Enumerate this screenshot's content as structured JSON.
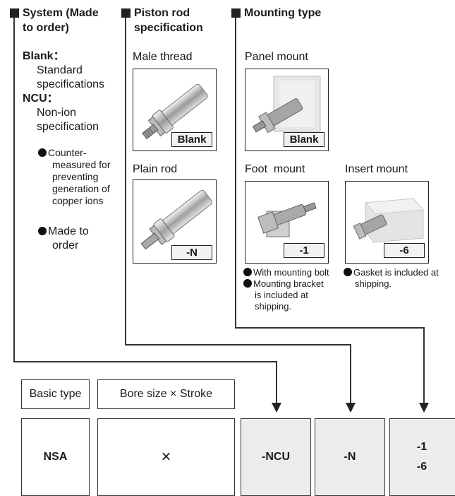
{
  "columns": {
    "system": {
      "title": "System (Made to order)",
      "title_line1": "System (Made",
      "title_line2": "to order)",
      "blank_key": "Blank：",
      "blank_line1": "Standard",
      "blank_line2": "specifications",
      "ncu_key": "NCU：",
      "ncu_line1": "Non-ion",
      "ncu_line2": "specification",
      "bullet1_line1": "Counter-",
      "bullet1_line2": "measured for",
      "bullet1_line3": "preventing",
      "bullet1_line4": "generation of",
      "bullet1_line5": "copper ions",
      "bullet2_line1": "Made to",
      "bullet2_line2": "order"
    },
    "piston_rod": {
      "title_line1": "Piston rod",
      "title_line2": "specification",
      "option1_label": "Male thread",
      "option1_code": "Blank",
      "option2_label": "Plain rod",
      "option2_code": "-N"
    },
    "mounting": {
      "title": "Mounting type",
      "panel_label": "Panel mount",
      "panel_code": "Blank",
      "foot_label": "Foot  mount",
      "foot_code": "-1",
      "foot_note1": "With mounting bolt",
      "foot_note2_line1": "Mounting bracket",
      "foot_note2_line2": "is included at",
      "foot_note2_line3": "shipping.",
      "insert_label": "Insert mount",
      "insert_code": "-6",
      "insert_note_line1": "Gasket is included at",
      "insert_note_line2": "shipping."
    }
  },
  "order_table": {
    "header_basic": "Basic type",
    "header_bore": "Bore size × Stroke",
    "basic_value": "NSA",
    "bore_value": "×",
    "system_value": "-NCU",
    "piston_value": "-N",
    "mount_value1": "-1",
    "mount_value2": "-6"
  },
  "colors": {
    "highlight_cell": "#ececec",
    "line": "#333333"
  }
}
